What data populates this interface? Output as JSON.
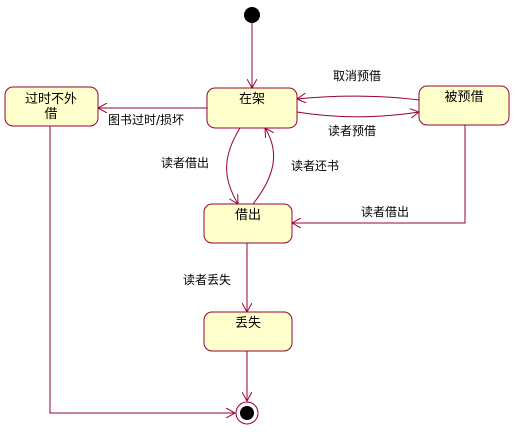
{
  "diagram": {
    "states": {
      "on_shelf": "在架",
      "reserved": "被预借",
      "outdated_line1": "过时不外",
      "outdated_line2": "借",
      "borrowed": "借出",
      "lost": "丢失"
    },
    "transitions": {
      "cancel_reservation": "取消预借",
      "reader_reserve": "读者预借",
      "outdated_damaged": "图书过时/损坏",
      "reader_borrow_from_shelf": "读者借出",
      "reader_return": "读者还书",
      "reader_borrow_from_reserved": "读者借出",
      "reader_lose": "读者丢失"
    }
  }
}
